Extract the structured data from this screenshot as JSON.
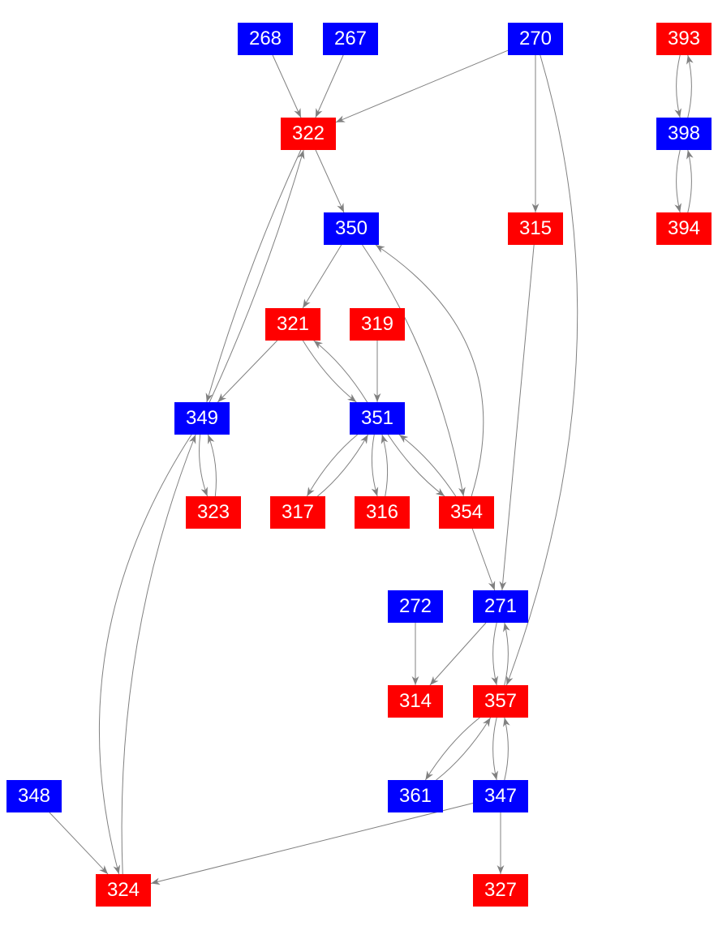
{
  "colors": {
    "red": "#ff0000",
    "blue": "#0000ff",
    "edge": "#808080"
  },
  "nodes": [
    {
      "id": "268",
      "color": "blue"
    },
    {
      "id": "267",
      "color": "blue"
    },
    {
      "id": "270",
      "color": "blue"
    },
    {
      "id": "393",
      "color": "red"
    },
    {
      "id": "322",
      "color": "red"
    },
    {
      "id": "398",
      "color": "blue"
    },
    {
      "id": "350",
      "color": "blue"
    },
    {
      "id": "315",
      "color": "red"
    },
    {
      "id": "394",
      "color": "red"
    },
    {
      "id": "321",
      "color": "red"
    },
    {
      "id": "319",
      "color": "red"
    },
    {
      "id": "349",
      "color": "blue"
    },
    {
      "id": "351",
      "color": "blue"
    },
    {
      "id": "323",
      "color": "red"
    },
    {
      "id": "317",
      "color": "red"
    },
    {
      "id": "316",
      "color": "red"
    },
    {
      "id": "354",
      "color": "red"
    },
    {
      "id": "272",
      "color": "blue"
    },
    {
      "id": "271",
      "color": "blue"
    },
    {
      "id": "314",
      "color": "red"
    },
    {
      "id": "357",
      "color": "red"
    },
    {
      "id": "348",
      "color": "blue"
    },
    {
      "id": "361",
      "color": "blue"
    },
    {
      "id": "347",
      "color": "blue"
    },
    {
      "id": "324",
      "color": "red"
    },
    {
      "id": "327",
      "color": "red"
    }
  ],
  "edges": [
    [
      "268",
      "322"
    ],
    [
      "267",
      "322"
    ],
    [
      "270",
      "322"
    ],
    [
      "270",
      "315"
    ],
    [
      "270",
      "357"
    ],
    [
      "393",
      "398"
    ],
    [
      "398",
      "393"
    ],
    [
      "398",
      "394"
    ],
    [
      "394",
      "398"
    ],
    [
      "322",
      "350"
    ],
    [
      "322",
      "349"
    ],
    [
      "349",
      "322"
    ],
    [
      "350",
      "321"
    ],
    [
      "350",
      "354"
    ],
    [
      "354",
      "350"
    ],
    [
      "321",
      "349"
    ],
    [
      "321",
      "351"
    ],
    [
      "351",
      "321"
    ],
    [
      "319",
      "351"
    ],
    [
      "349",
      "323"
    ],
    [
      "323",
      "349"
    ],
    [
      "349",
      "324"
    ],
    [
      "324",
      "349"
    ],
    [
      "351",
      "317"
    ],
    [
      "317",
      "351"
    ],
    [
      "351",
      "316"
    ],
    [
      "316",
      "351"
    ],
    [
      "351",
      "354"
    ],
    [
      "354",
      "351"
    ],
    [
      "354",
      "271"
    ],
    [
      "315",
      "271"
    ],
    [
      "272",
      "314"
    ],
    [
      "271",
      "314"
    ],
    [
      "271",
      "357"
    ],
    [
      "357",
      "271"
    ],
    [
      "357",
      "361"
    ],
    [
      "361",
      "357"
    ],
    [
      "357",
      "347"
    ],
    [
      "347",
      "357"
    ],
    [
      "348",
      "324"
    ],
    [
      "347",
      "324"
    ],
    [
      "347",
      "327"
    ]
  ]
}
